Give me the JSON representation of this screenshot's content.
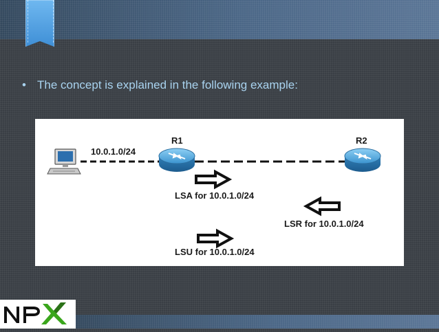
{
  "slide": {
    "bullet_text": "The concept is explained in the following example:",
    "bullet_symbol": "•"
  },
  "diagram": {
    "host_network": "10.0.1.0/24",
    "router1": "R1",
    "router2": "R2",
    "lsa_label": "LSA for 10.0.1.0/24",
    "lsr_label": "LSR for 10.0.1.0/24",
    "lsu_label": "LSU for 10.0.1.0/24"
  },
  "logo": {
    "text": "NPX",
    "colors": {
      "letters": "#111111",
      "x_accent": "#3aa61c"
    }
  },
  "colors": {
    "background": "#3a3f45",
    "top_band": "#4a6686",
    "bookmark": "#4fa3e6",
    "bullet_text": "#a9d3ef",
    "router": "#4aa3d8"
  }
}
